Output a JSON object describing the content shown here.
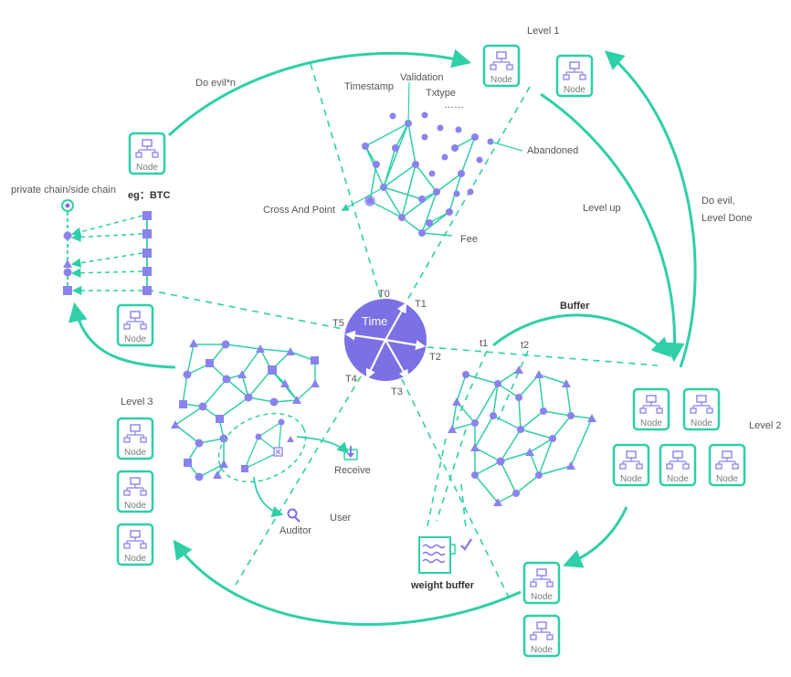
{
  "colors": {
    "teal": "#2fcfa7",
    "purple": "#8a82ee",
    "purple_dark": "#7b70e4",
    "text": "#555555"
  },
  "labels": {
    "level1": "Level 1",
    "level2": "Level 2",
    "level3": "Level 3",
    "do_evil_n": "Do evil*n",
    "level_up": "Level up",
    "do_evil_line1": "Do evil,",
    "do_evil_line2": "Level Done",
    "buffer": "Buffer",
    "private_chain": "private chain/side chain",
    "eg_btc": "eg：BTC",
    "cross_and_point": "Cross And Point",
    "fee": "Fee",
    "timestamp": "Timestamp",
    "validation": "Validation",
    "txtype": "Txtype",
    "ellipsis": "……",
    "abandoned": "Abandoned",
    "receive": "Receive",
    "user": "User",
    "auditor": "Auditor",
    "weight_buffer": "weight buffer",
    "t1_small": "t1",
    "t2_small": "t2"
  },
  "clock": {
    "center_label": "Time",
    "ticks": [
      "T0",
      "T1",
      "T2",
      "T3",
      "T4",
      "T5"
    ]
  },
  "node_label": "Node",
  "node_icon": "network-node-icon"
}
